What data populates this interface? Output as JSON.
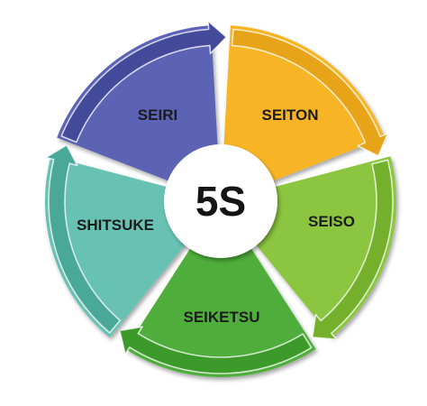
{
  "center": {
    "label": "5S"
  },
  "segments": [
    {
      "id": "seiri",
      "label": "SEIRI",
      "color": "#5b62b4",
      "color_dark": "#434a9a"
    },
    {
      "id": "seiton",
      "label": "SEITON",
      "color": "#f7b526",
      "color_dark": "#e8a418"
    },
    {
      "id": "seiso",
      "label": "SEISO",
      "color": "#8cc63f",
      "color_dark": "#74b02c"
    },
    {
      "id": "seiketsu",
      "label": "SEIKETSU",
      "color": "#4fae3a",
      "color_dark": "#3c9a2b"
    },
    {
      "id": "shitsuke",
      "label": "SHITSUKE",
      "color": "#68c2b4",
      "color_dark": "#4aa898"
    }
  ]
}
